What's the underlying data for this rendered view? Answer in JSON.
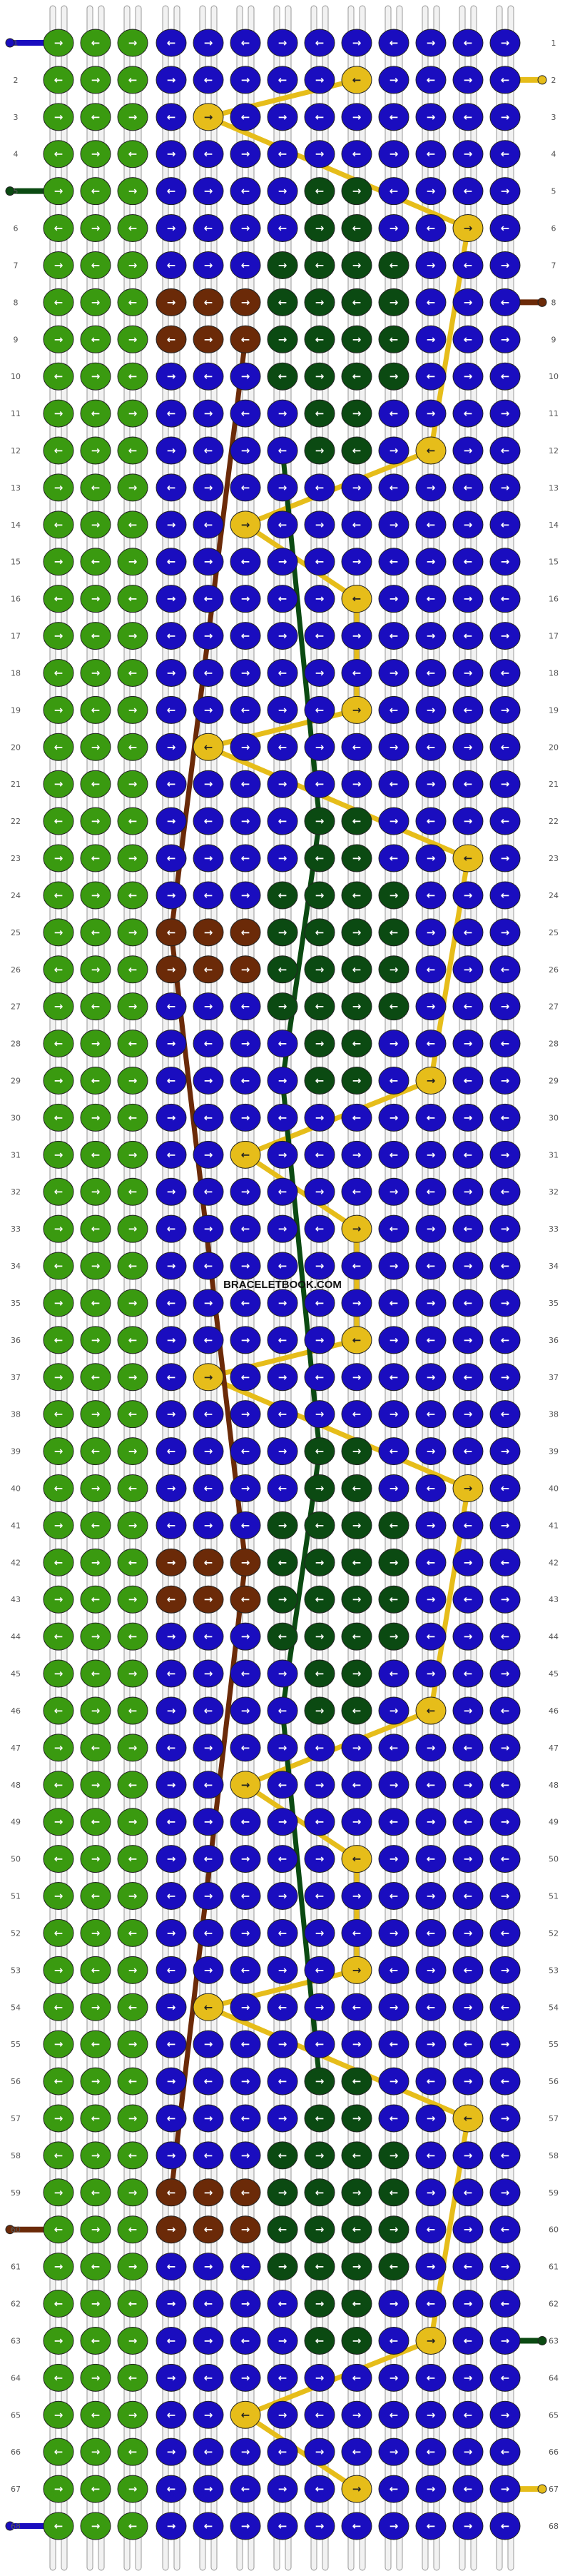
{
  "pattern": {
    "rows": 68,
    "row_labels": [
      "1",
      "2",
      "3",
      "4",
      "5",
      "6",
      "7",
      "8",
      "9",
      "10",
      "11",
      "12",
      "13",
      "14",
      "15",
      "16",
      "17",
      "18",
      "19",
      "20",
      "21",
      "22",
      "23",
      "24",
      "25",
      "26",
      "27",
      "28",
      "29",
      "30",
      "31",
      "32",
      "33",
      "34",
      "35",
      "36",
      "37",
      "38",
      "39",
      "40",
      "41",
      "42",
      "43",
      "44",
      "45",
      "46",
      "47",
      "48",
      "49",
      "50",
      "51",
      "52",
      "53",
      "54",
      "55",
      "56",
      "57",
      "58",
      "59",
      "60",
      "61",
      "62",
      "63",
      "64",
      "65",
      "66",
      "67",
      "68"
    ],
    "watermark": "BRACELETBOOK.COM",
    "colors": {
      "light_green": "#3a9a10",
      "blue": "#1a0dbf",
      "dark_green": "#0b4a12",
      "brown": "#6b2a08",
      "yellow": "#e6bd1a",
      "string": "#f2f2f2",
      "outline": "#222222"
    },
    "green_columns": 3,
    "blue_columns": 10,
    "arrow_glyphs": {
      "right": "→",
      "left": "←"
    },
    "string_ends": [
      {
        "color": "blue",
        "side": "left",
        "row": 1
      },
      {
        "color": "yellow",
        "side": "right",
        "row": 2
      },
      {
        "color": "dark_green",
        "side": "left",
        "row": 5
      },
      {
        "color": "brown",
        "side": "right",
        "row": 8
      },
      {
        "color": "brown",
        "side": "left",
        "row": 60
      },
      {
        "color": "dark_green",
        "side": "right",
        "row": 63
      },
      {
        "color": "yellow",
        "side": "right",
        "row": 67
      },
      {
        "color": "blue",
        "side": "left",
        "row": 68
      }
    ]
  }
}
